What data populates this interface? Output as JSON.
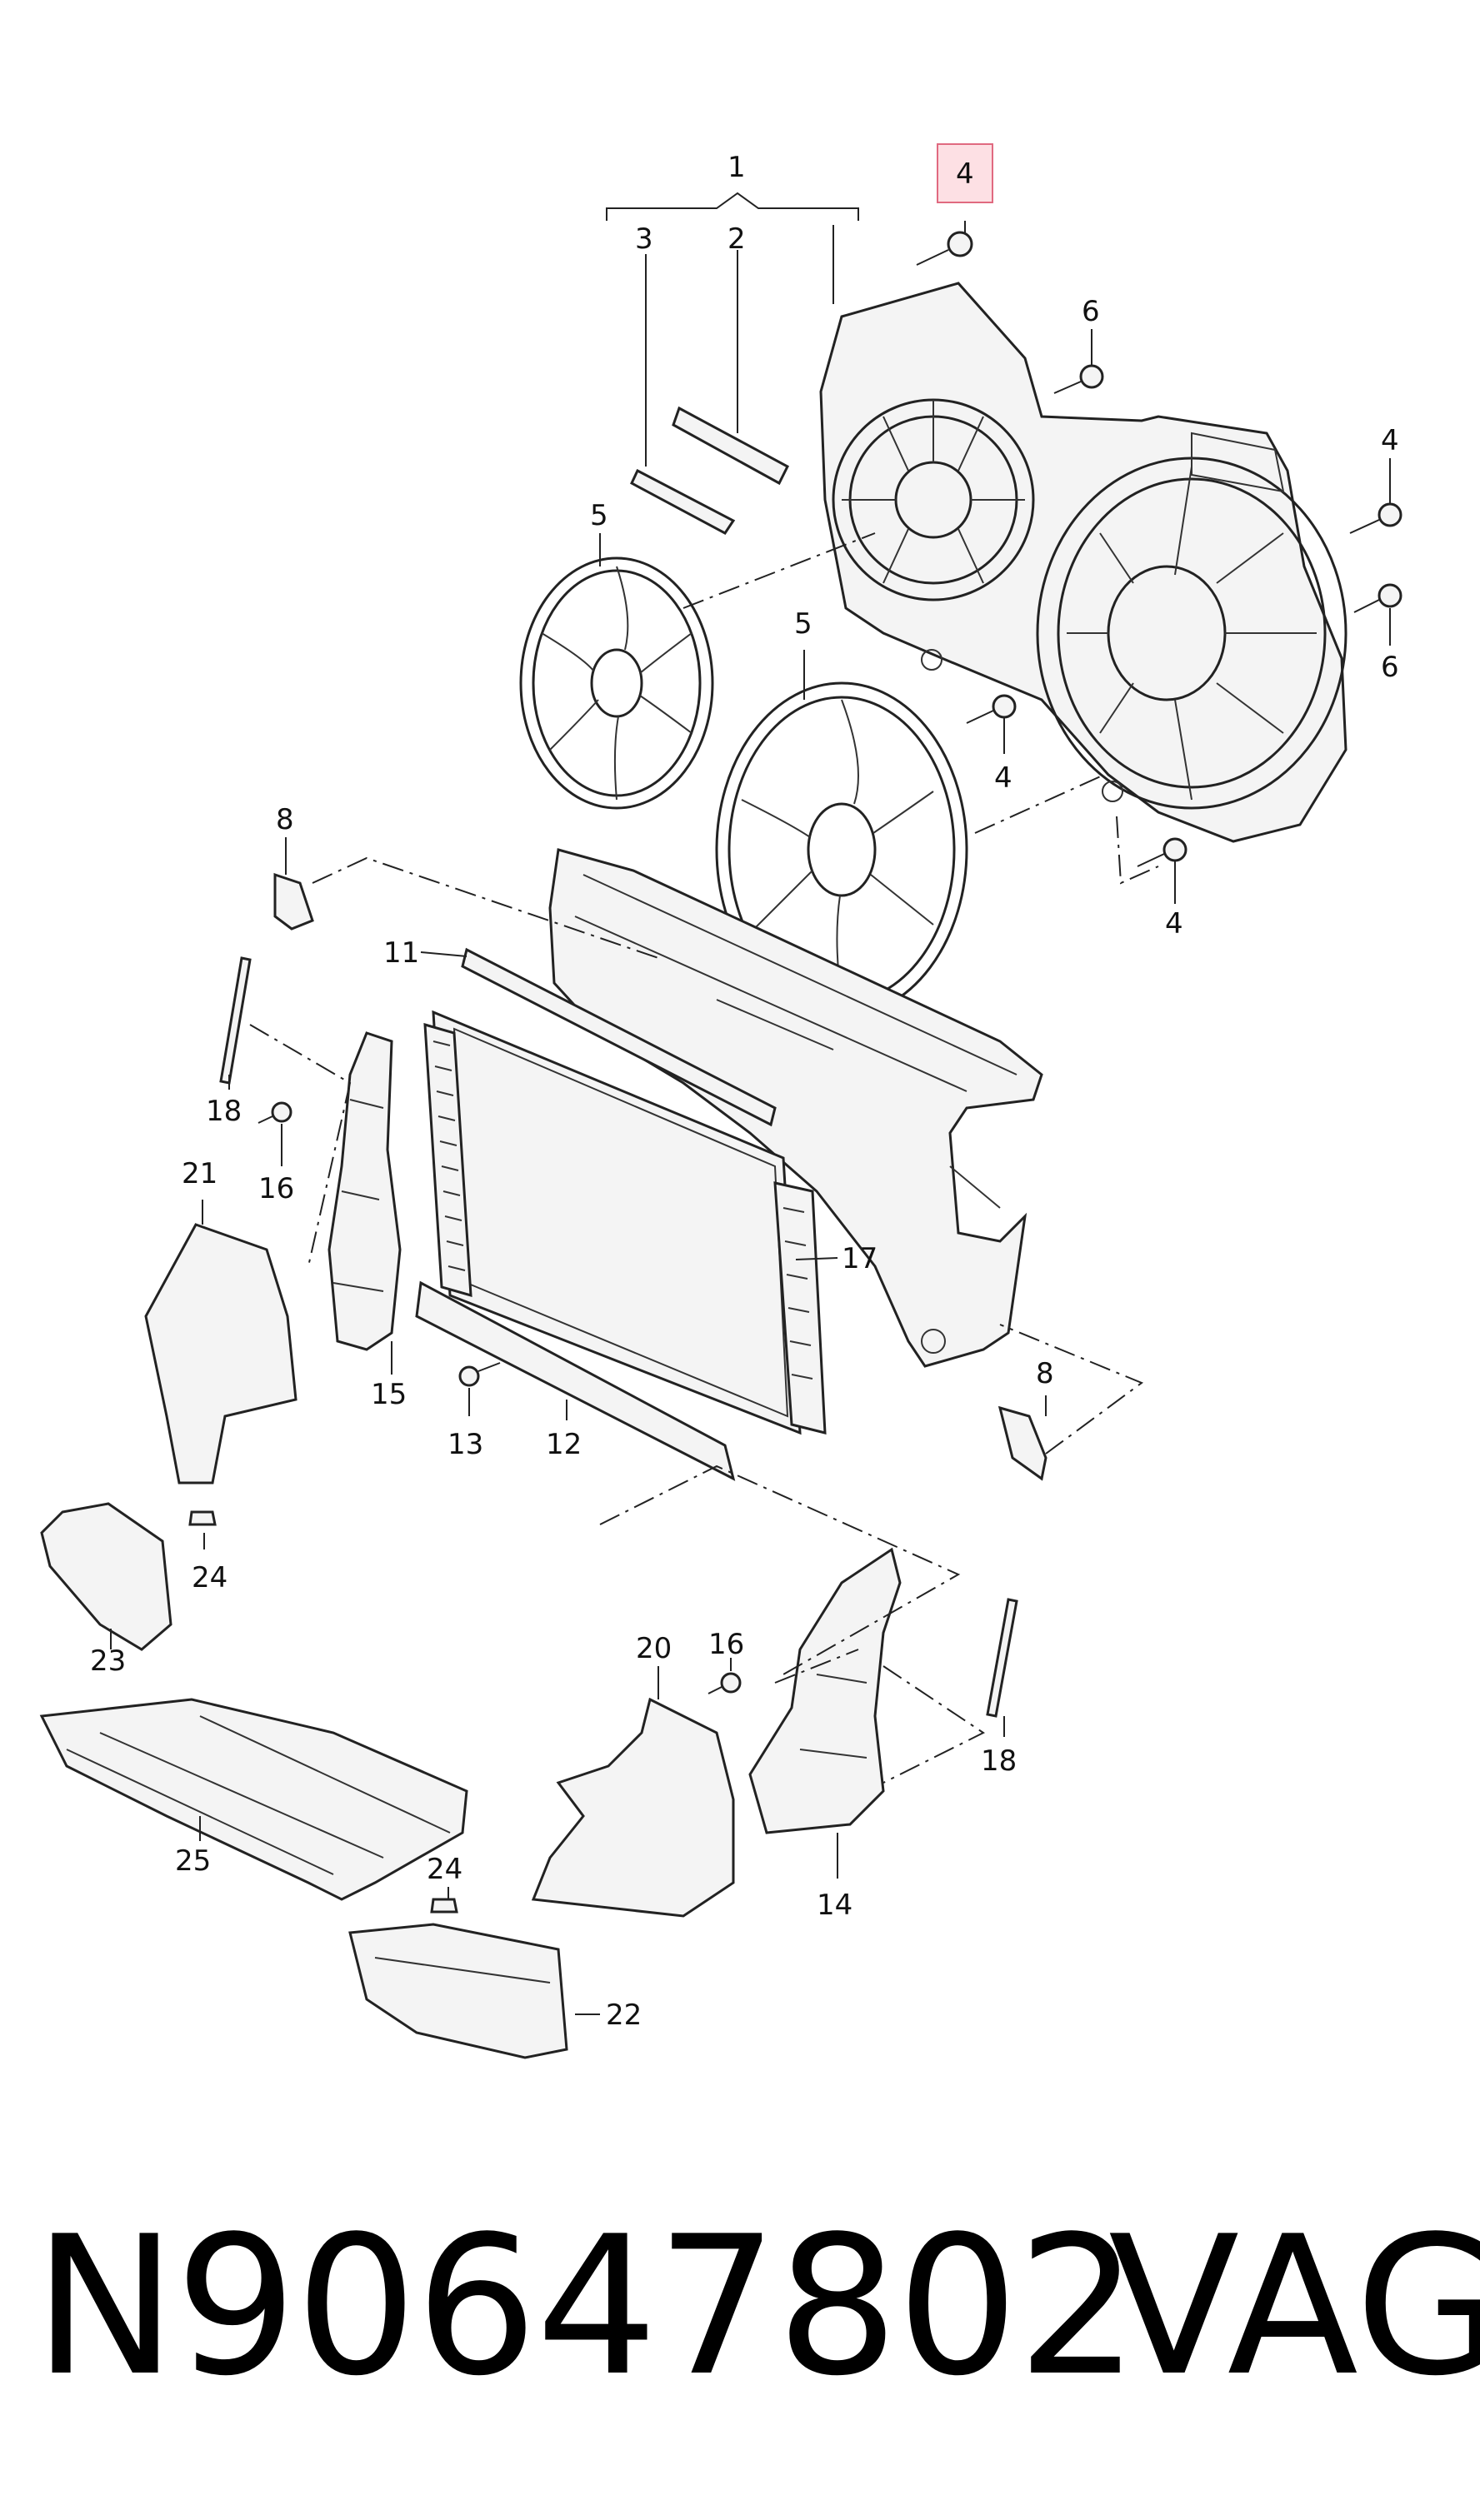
{
  "labels": {
    "l1": "1",
    "l2": "2",
    "l3": "3",
    "l4_top": "4",
    "l4_r1": "4",
    "l4_r2": "4",
    "l4_r3": "4",
    "l5_a": "5",
    "l5_b": "5",
    "l6_a": "6",
    "l6_b": "6",
    "l8_a": "8",
    "l8_b": "8",
    "l11": "11",
    "l12": "12",
    "l13": "13",
    "l14": "14",
    "l15": "15",
    "l16_a": "16",
    "l16_b": "16",
    "l17": "17",
    "l18_a": "18",
    "l18_b": "18",
    "l20": "20",
    "l21": "21",
    "l22": "22",
    "l23": "23",
    "l24_a": "24",
    "l24_b": "24",
    "l25": "25"
  },
  "highlight": {
    "label": "4",
    "fill": "#fde0e4",
    "stroke": "#e06a80"
  },
  "footer": {
    "part_number": "N90647802",
    "brand": "VAG"
  }
}
